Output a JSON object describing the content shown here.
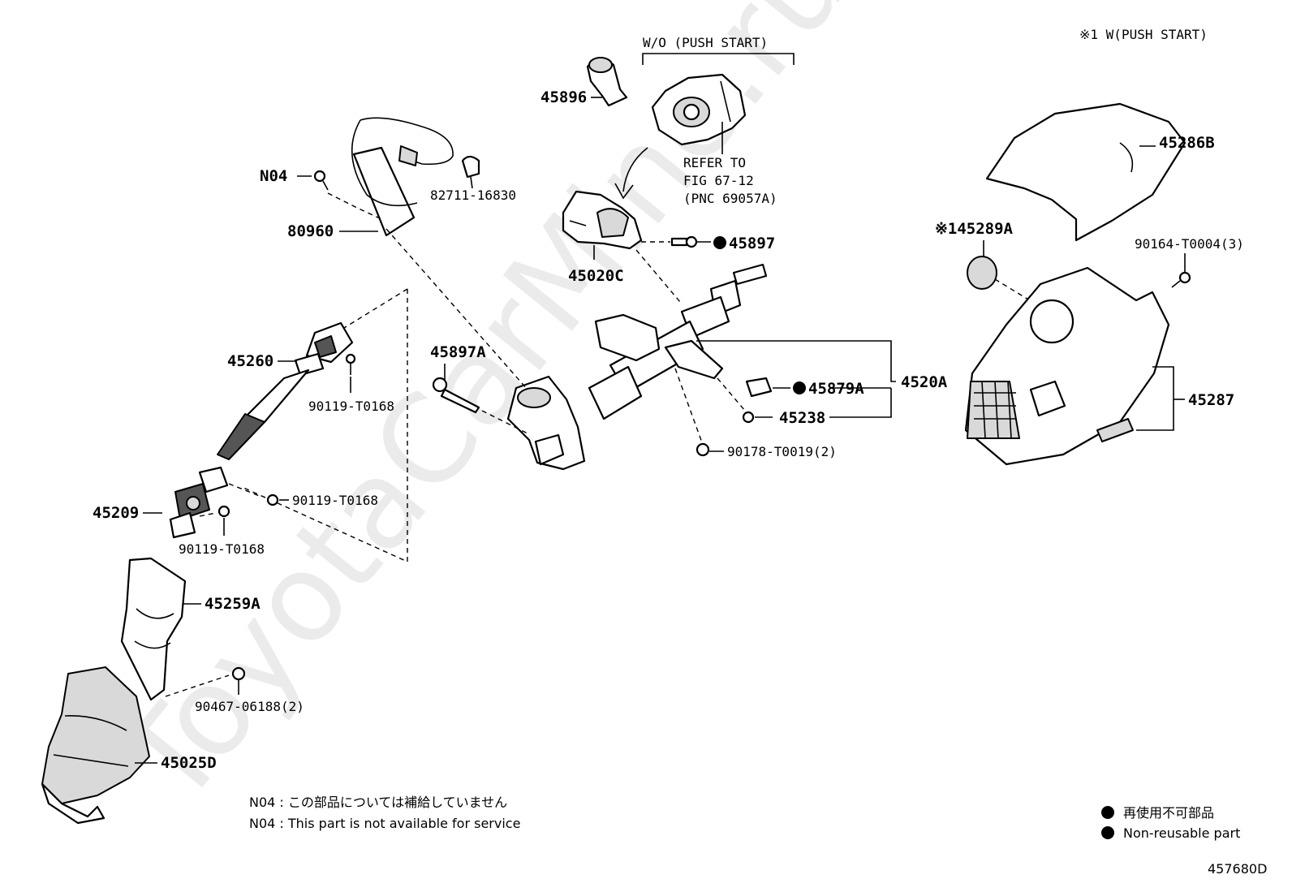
{
  "watermark": "ToyotaCarMine.ru",
  "header": {
    "variant_right": "※1 W(PUSH START)",
    "variant_top": "W/O (PUSH START)"
  },
  "refer": {
    "line1": "REFER TO",
    "line2": "FIG 67-12",
    "line3": "(PNC 69057A)"
  },
  "parts": {
    "p45896": "45896",
    "p82711": "82711-16830",
    "pN04": "N04",
    "p80960": "80960",
    "p45020C": "45020C",
    "p45897": "45897",
    "p45897A": "45897A",
    "p45260": "45260",
    "p90119a": "90119-T0168",
    "p90119b": "90119-T0168",
    "p90119c": "90119-T0168",
    "p45209": "45209",
    "p45259A": "45259A",
    "p90467": "90467-06188(2)",
    "p45025D": "45025D",
    "p45879A": "45879A",
    "p45238": "45238",
    "p4520A": "4520A",
    "p90178": "90178-T0019(2)",
    "p45286B": "45286B",
    "p45289A": "※145289A",
    "p90164": "90164-T0004(3)",
    "p45287": "45287"
  },
  "notes": {
    "n04_jp": "N04 : この部品については補給していません",
    "n04_en": "N04 : This part is not available for service"
  },
  "legend": {
    "jp": "再使用不可部品",
    "en": "Non-reusable part"
  },
  "figure_id": "457680D"
}
